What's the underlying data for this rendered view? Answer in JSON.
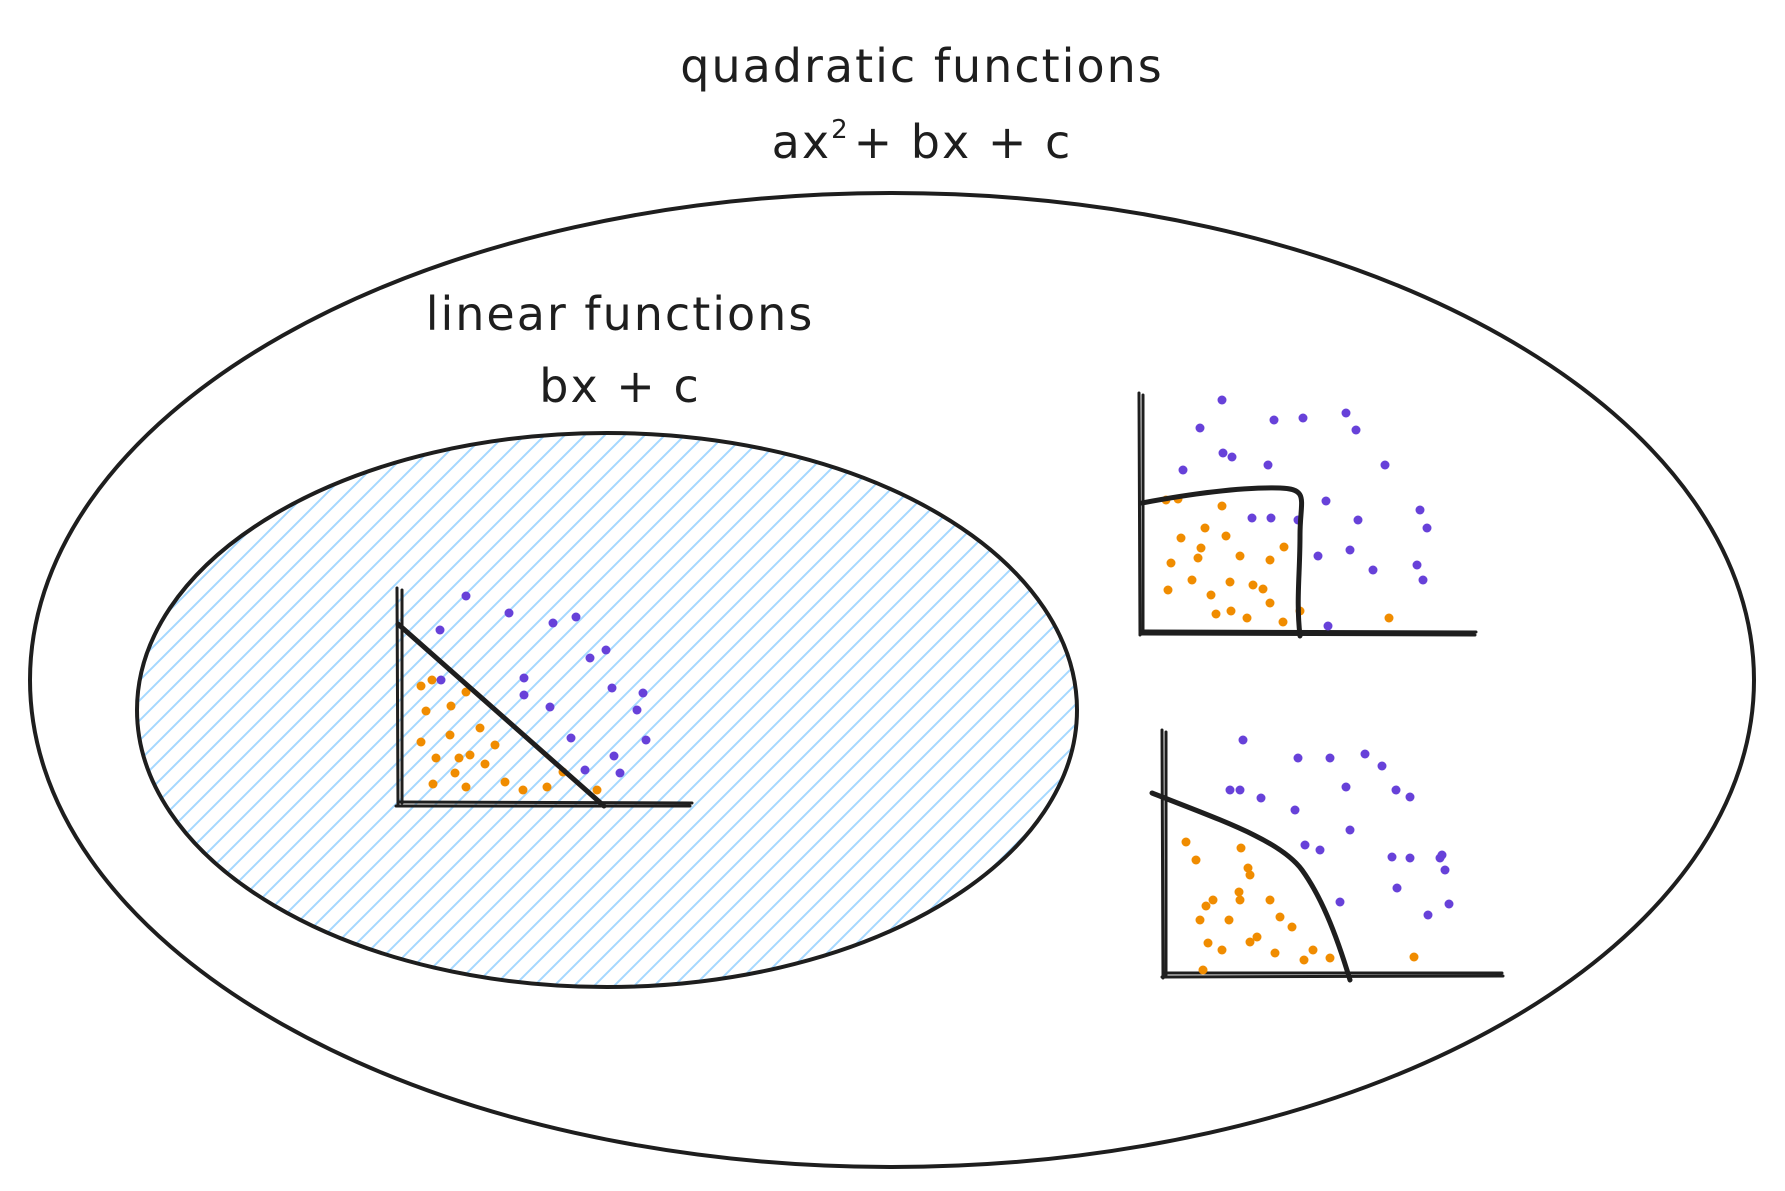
{
  "outer_set": {
    "title": "quadratic functions",
    "formula_prefix": "ax",
    "formula_exponent": "2",
    "formula_suffix": "+ bx + c"
  },
  "inner_set": {
    "title": "linear functions",
    "formula": "bx + c",
    "hatch_color": "#a5d8ff"
  },
  "colors": {
    "stroke": "#1e1e1e",
    "class_a": "#f08c00",
    "class_b": "#6741d9"
  },
  "examples": [
    {
      "name": "linear-boundary-plot",
      "boundary": "straight line",
      "parent": "inner_set"
    },
    {
      "name": "quadratic-boundary-plot-1",
      "boundary": "box-like curve",
      "parent": "outer_set"
    },
    {
      "name": "quadratic-boundary-plot-2",
      "boundary": "concave curve",
      "parent": "outer_set"
    }
  ]
}
